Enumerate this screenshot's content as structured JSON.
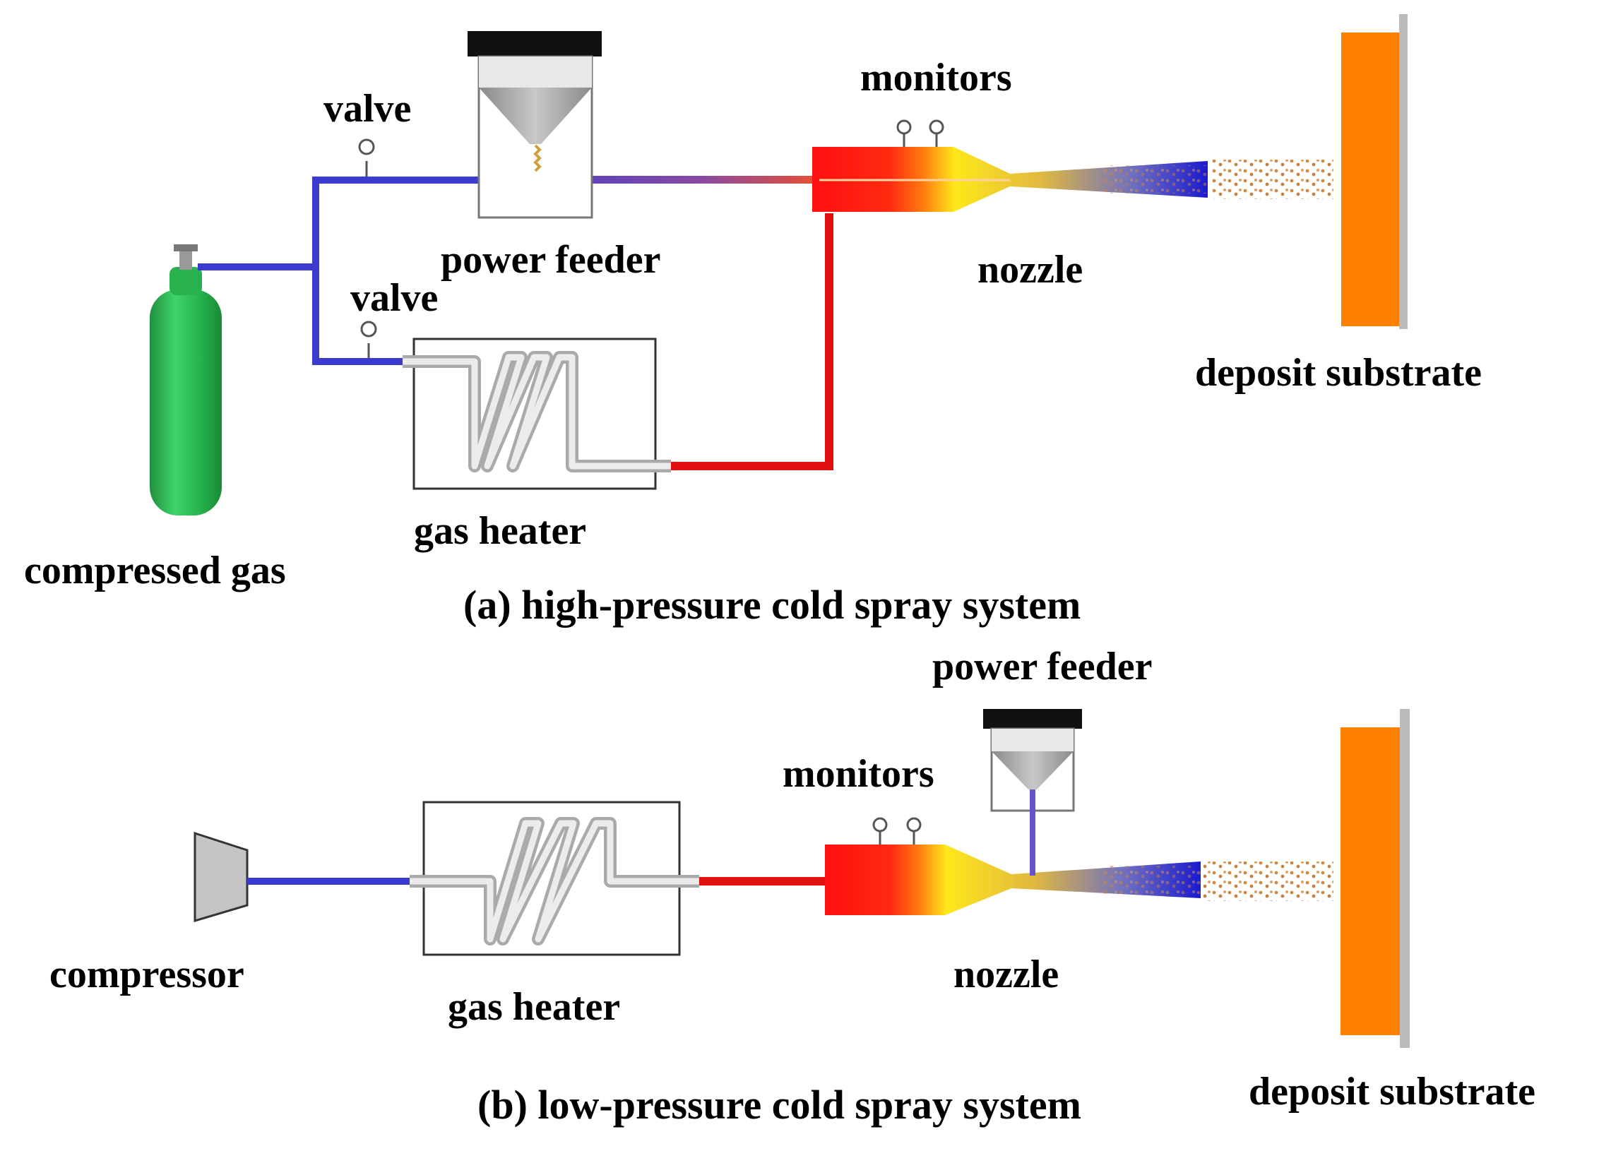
{
  "diagram_a": {
    "labels": {
      "valve_top": "valve",
      "valve_bottom": "valve",
      "power_feeder": "power feeder",
      "monitors": "monitors",
      "nozzle": "nozzle",
      "deposit_substrate": "deposit substrate",
      "gas_heater": "gas heater",
      "compressed_gas": "compressed gas"
    },
    "caption": "(a) high-pressure cold spray system"
  },
  "diagram_b": {
    "labels": {
      "power_feeder": "power feeder",
      "monitors": "monitors",
      "compressor": "compressor",
      "gas_heater": "gas heater",
      "nozzle": "nozzle",
      "deposit_substrate": "deposit substrate"
    },
    "caption": "(b) low-pressure cold spray system"
  },
  "colors": {
    "cold_gas_line": "#3b3bd0",
    "hot_gas_line": "#e01010",
    "gas_cylinder": "#22b04a",
    "substrate": "#ff8000",
    "heater_block": "#ff1a1a"
  }
}
